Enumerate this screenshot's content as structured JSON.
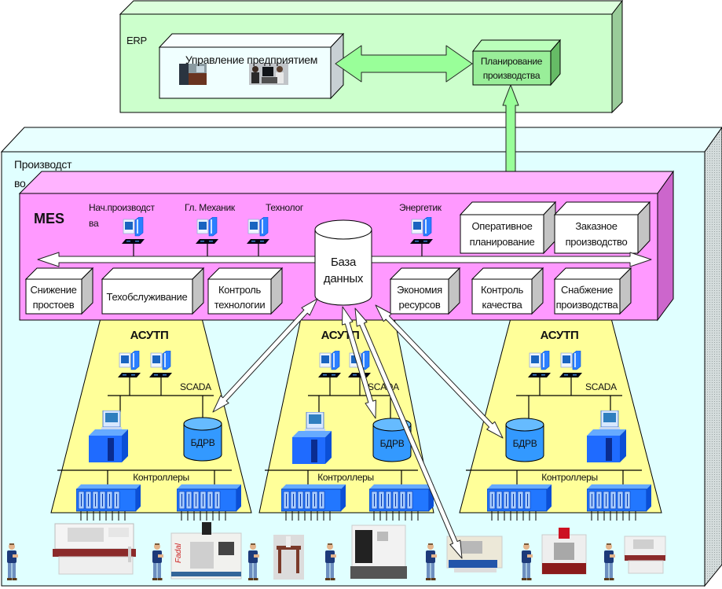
{
  "erp": {
    "label": "ERP",
    "management": "Управление предприятием",
    "planning": [
      "Планирование",
      "производства"
    ]
  },
  "production": {
    "label": [
      "Производст",
      "во"
    ]
  },
  "mes": {
    "label": "MES",
    "roles": [
      {
        "label": [
          "Нач.производст",
          "ва"
        ],
        "icon": "workstation-icon"
      },
      {
        "label": [
          "Гл. Механик"
        ],
        "icon": "workstation-icon"
      },
      {
        "label": [
          "Технолог"
        ],
        "icon": "workstation-icon"
      },
      {
        "label": [
          "Энергетик"
        ],
        "icon": "workstation-icon"
      }
    ],
    "database": [
      "База",
      "данных"
    ],
    "modules_top": [
      [
        "Оперативное",
        "планирование"
      ],
      [
        "Заказное",
        "производство"
      ]
    ],
    "modules_bottom": [
      [
        "Снижение",
        "простоев"
      ],
      [
        "Техобслуживание"
      ],
      [
        "Контроль",
        "технологии"
      ],
      [
        "Экономия",
        "ресурсов"
      ],
      [
        "Контроль",
        "качества"
      ],
      [
        "Снабжение",
        "производства"
      ]
    ]
  },
  "asutp": [
    {
      "label": "АСУТП",
      "scada": "SCADA",
      "rtdb": "БДРВ",
      "controllers": "Контроллеры"
    },
    {
      "label": "АСУТП",
      "scada": "SCADA",
      "rtdb": "БДРВ",
      "controllers": "Контроллеры"
    },
    {
      "label": "АСУТП",
      "scada": "SCADA",
      "rtdb": "БДРВ",
      "controllers": "Контроллеры"
    }
  ],
  "shop_floor": {
    "items": [
      "worker-icon",
      "lathe-icon",
      "worker-icon",
      "milling-center-icon",
      "worker-icon",
      "gantry-machine-icon",
      "worker-icon",
      "machining-center-icon",
      "worker-icon",
      "lathe-icon",
      "worker-icon",
      "machining-center-icon",
      "worker-icon",
      "lathe-icon"
    ],
    "machine_brand": "Fadal"
  },
  "colors": {
    "erp": "#ccffcc",
    "planning": "#99ee99",
    "production": "#e0ffff",
    "mes": "#ff99ff",
    "asutp": "#ffff99",
    "link_arrow": "#99ff99"
  }
}
